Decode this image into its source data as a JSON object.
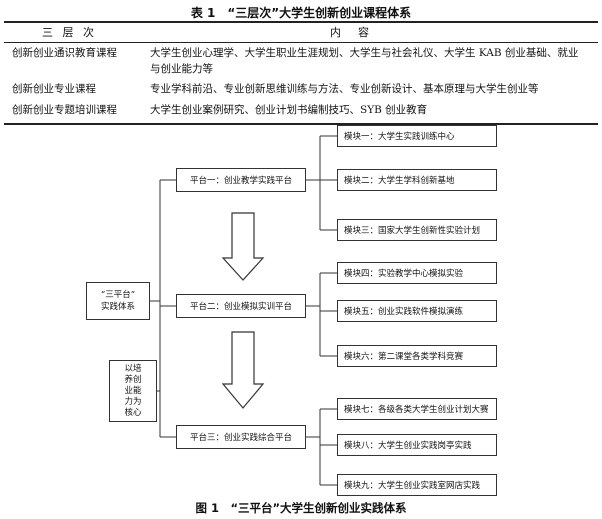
{
  "table": {
    "title": "表 1　“三层次”大学生创新创业课程体系",
    "headers": [
      "三 层 次",
      "内　容"
    ],
    "rows": [
      {
        "level": "创新创业通识教育课程",
        "content_line1": "大学生创业心理学、大学生职业生涯规划、大学生与社会礼仪、大学生 KAB 创业基础、就业",
        "content_line2": "与创业能力等"
      },
      {
        "level": "创新创业专业课程",
        "content_line1": "专业学科前沿、专业创新思维训练与方法、专业创新设计、基本原理与大学生创业等",
        "content_line2": ""
      },
      {
        "level": "创新创业专题培训课程",
        "content_line1": "大学生创业案例研究、创业计划书编制技巧、SYB 创业教育",
        "content_line2": ""
      }
    ]
  },
  "diagram": {
    "system_box": {
      "line1": "“三平台”",
      "line2": "实践体系"
    },
    "core_box": {
      "lines": [
        "以培",
        "养创",
        "业能",
        "力为",
        "核心"
      ]
    },
    "platforms": [
      {
        "label": "平台一：创业教学实践平台"
      },
      {
        "label": "平台二：创业模拟实训平台"
      },
      {
        "label": "平台三：创业实践综合平台"
      }
    ],
    "modules": [
      "模块一：大学生实践训练中心",
      "模块二：大学生学科创新基地",
      "模块三：国家大学生创新性实验计划",
      "模块四：实验教学中心模拟实验",
      "模块五：创业实践软件模拟演练",
      "模块六：第二课堂各类学科竞赛",
      "模块七：各级各类大学生创业计划大赛",
      "模块八：大学生创业实践岗亭实践",
      "模块九：大学生创业实践室网店实践"
    ]
  },
  "figure_caption": "图 1　“三平台”大学生创新创业实践体系"
}
